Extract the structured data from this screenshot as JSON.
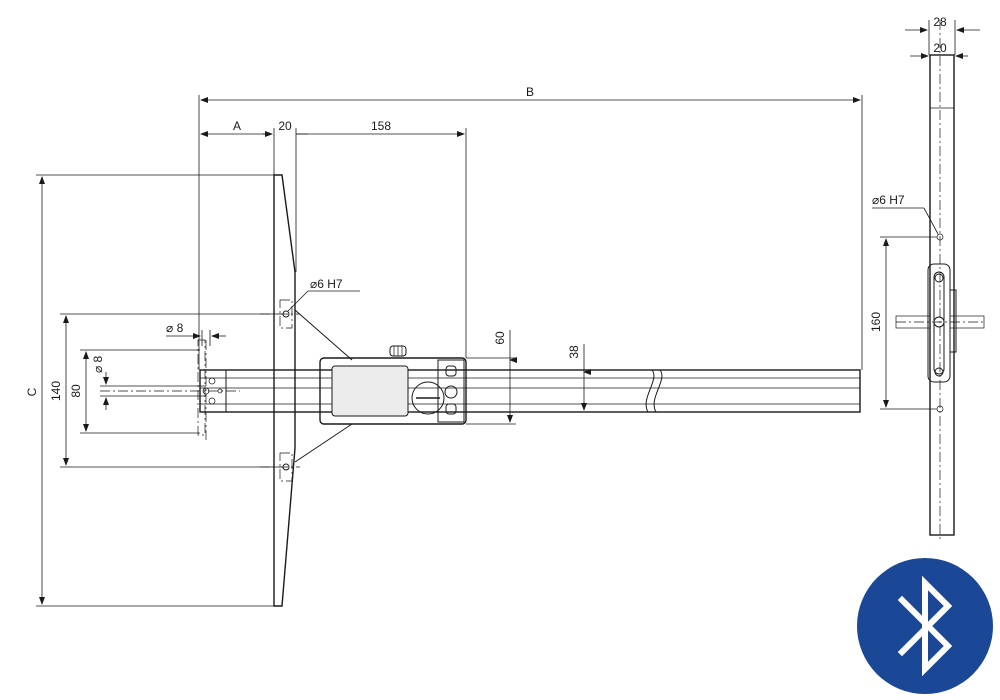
{
  "dimensions": {
    "overall_length": "B",
    "base_offset": "A",
    "base_thickness": "20",
    "display_offset": "158",
    "base_height": "C",
    "hole_spacing_140": "140",
    "hole_spacing_80": "80",
    "hole_dia_8_vertical": "8",
    "hole_dia_8_horizontal": "8",
    "dowel_hole": "6 H7",
    "dowel_hole_side": "6 H7",
    "display_height": "60",
    "beam_height": "38",
    "side_width_28": "28",
    "side_width_20": "20",
    "side_spacing_160": "160"
  },
  "icons": {
    "bluetooth": "bluetooth-icon",
    "bluetooth_color": "#1b4797"
  }
}
